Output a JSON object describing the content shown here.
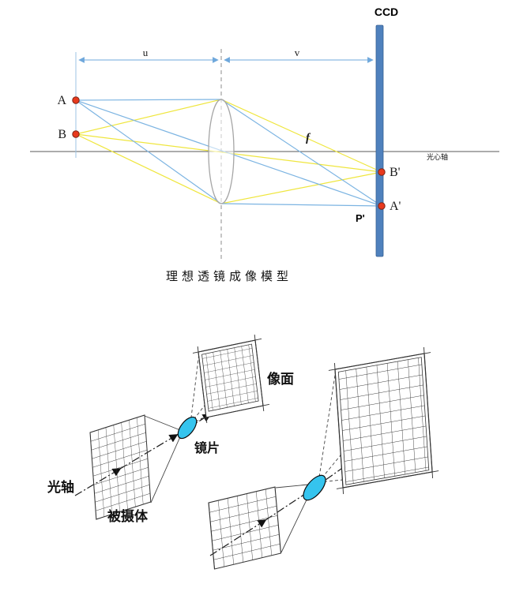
{
  "top": {
    "ccd_label": "CCD",
    "u_label": "u",
    "v_label": "v",
    "f_label": "f",
    "point_a": "A",
    "point_b": "B",
    "point_b_prime": "B'",
    "point_a_prime": "A'",
    "point_p_prime": "P'",
    "axis_label": "光心轴",
    "caption": "理想透镜成像模型"
  },
  "bottom": {
    "optical_axis_label": "光轴",
    "subject_label": "被摄体",
    "lens_label": "镜片",
    "image_plane_label": "像面"
  },
  "colors": {
    "ccd_bar": "#4f81bd",
    "ray_blue": "#7cb4e2",
    "ray_yellow": "#efe63e",
    "point_red": "#e8391d",
    "lens_cyan": "#35c4ee",
    "dim_blue": "#6fa8dc"
  }
}
